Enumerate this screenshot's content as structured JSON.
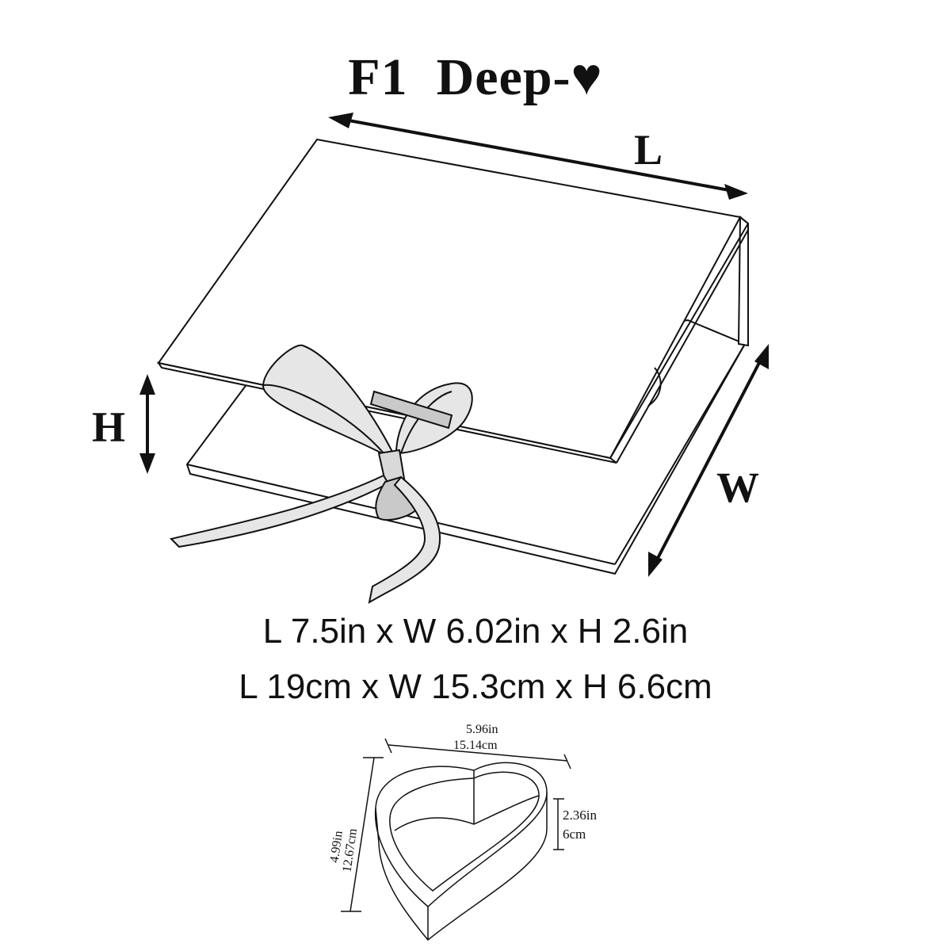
{
  "title": {
    "code": "F1",
    "name": "Deep-",
    "heart_glyph": "♥"
  },
  "box_labels": {
    "length": "L",
    "width": "W",
    "height": "H"
  },
  "dimensions": {
    "inches": "L 7.5in x W 6.02in x H 2.6in",
    "centimeters": "L 19cm x W 15.3cm x H 6.6cm"
  },
  "insert_dimensions": {
    "width_in": "5.96in",
    "width_cm": "15.14cm",
    "depth_in": "4.99in",
    "depth_cm": "12.67cm",
    "height_in": "2.36in",
    "height_cm": "6cm"
  },
  "colors": {
    "ink": "#111111",
    "ribbon_fill": "#e6e6e6",
    "ribbon_shade": "#c9c9c9",
    "background": "#ffffff"
  }
}
